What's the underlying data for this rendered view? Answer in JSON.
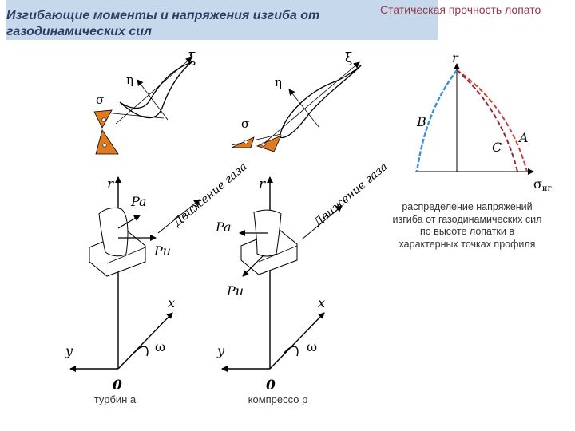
{
  "header": {
    "title": "Изгибающие моменты  и напряжения изгиба от газодинамических сил",
    "right_title": "Статическая прочность лопато"
  },
  "profiles": {
    "turbine": {
      "xi": "ξ",
      "eta": "η",
      "sigma": "σ"
    },
    "compressor": {
      "xi": "ξ",
      "eta": "η",
      "sigma": "σ"
    }
  },
  "blades": {
    "turbine": {
      "r": "r",
      "pa": "Pa",
      "pu": "Pu",
      "gas": "Движение газа",
      "x": "x",
      "y": "y",
      "omega": "ω",
      "origin": "0",
      "label": "турбин а"
    },
    "compressor": {
      "r": "r",
      "pa": "Pa",
      "pu": "Pu",
      "gas": "Движение газа",
      "x": "x",
      "y": "y",
      "omega": "ω",
      "origin": "0",
      "label": "компрессо р"
    }
  },
  "stress_chart": {
    "r_axis": "r",
    "sigma_axis": "σ",
    "sigma_sub": "иг",
    "curve_labels": [
      "B",
      "A",
      "C"
    ],
    "caption": "распределение напряжений изгиба от газодинамических сил по высоте лопатки в характерных точках профиля",
    "colors": {
      "B": "#3d8fd6",
      "A": "#c8413b",
      "C": "#8a3030"
    }
  }
}
